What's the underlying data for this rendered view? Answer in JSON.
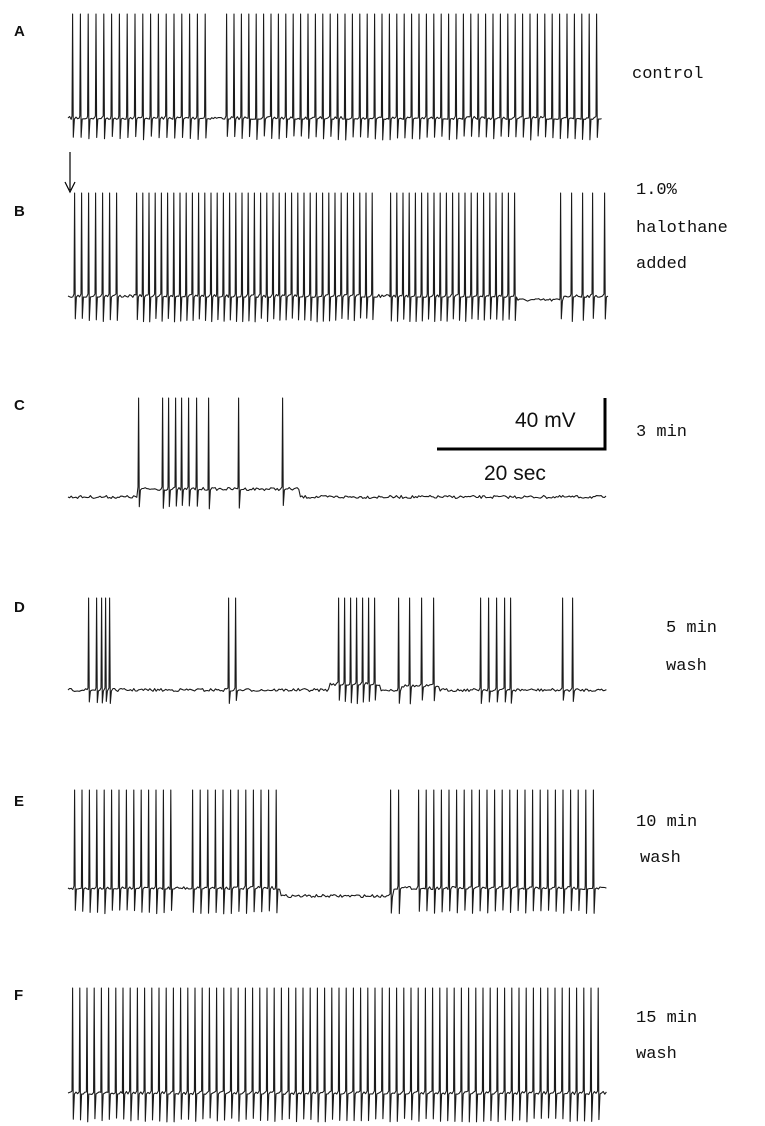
{
  "panels": [
    {
      "letter": "A",
      "label_lines": [
        "control"
      ],
      "pattern": "regular-with-pause"
    },
    {
      "letter": "B",
      "label_lines": [
        "1.0%",
        "halothane",
        "added"
      ],
      "pattern": "bursting-slowing"
    },
    {
      "letter": "C",
      "label_lines": [
        "3 min"
      ],
      "pattern": "single-burst-then-silent"
    },
    {
      "letter": "D",
      "label_lines": [
        "5 min",
        "wash"
      ],
      "pattern": "sparse-bursts"
    },
    {
      "letter": "E",
      "label_lines": [
        "10 min",
        "wash"
      ],
      "pattern": "recovering-with-pause"
    },
    {
      "letter": "F",
      "label_lines": [
        "15 min",
        "wash"
      ],
      "pattern": "regular-recovered"
    }
  ],
  "scale_bar": {
    "voltage_label": "40 mV",
    "time_label": "20 sec"
  },
  "marker": {
    "type": "arrow-down",
    "icon": "down-arrow-icon",
    "panel": "B"
  },
  "trace_color": "#1a1a1a"
}
